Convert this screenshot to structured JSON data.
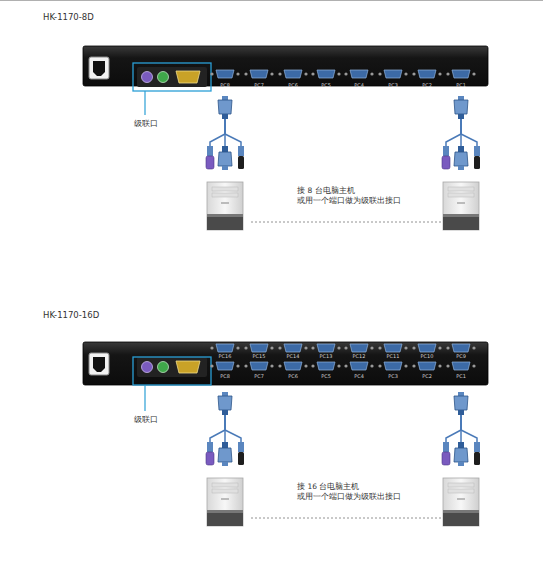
{
  "diagram": {
    "labels": [
      "HK-1170-8D",
      "PC8",
      "PC7",
      "PC6",
      "PC5",
      "PC4",
      "PC3",
      "PC2",
      "PC1",
      "级联口",
      "接 8 台电脑主机 或用一个端口做为级联出接口",
      "HK-1170-16D",
      "PC16",
      "PC15",
      "PC14",
      "PC13",
      "PC12",
      "PC11",
      "PC10",
      "PC9",
      "PC8",
      "PC7",
      "PC6",
      "PC5",
      "PC4",
      "PC3",
      "PC2",
      "PC1",
      "级联口",
      "接 16 台电脑主机 或用一个端口做为级联出接口"
    ]
  }
}
